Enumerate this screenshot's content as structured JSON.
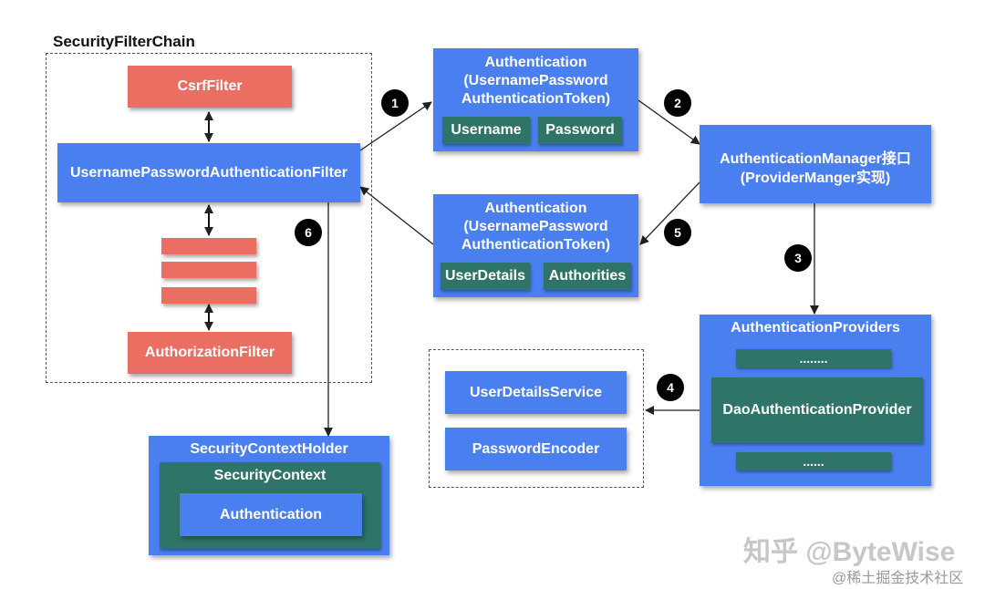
{
  "filter_chain": {
    "title": "SecurityFilterChain",
    "csrf": "CsrfFilter",
    "upaf": "UsernamePasswordAuthenticationFilter",
    "authorization": "AuthorizationFilter"
  },
  "auth_top": {
    "lines": [
      "Authentication",
      "(UsernamePassword",
      "AuthenticationToken)"
    ],
    "username": "Username",
    "password": "Password"
  },
  "auth_bottom": {
    "lines": [
      "Authentication",
      "(UsernamePassword",
      "AuthenticationToken)"
    ],
    "userdetails": "UserDetails",
    "authorities": "Authorities"
  },
  "manager": {
    "lines": [
      "AuthenticationManager接口",
      "(ProviderManger实现)"
    ]
  },
  "providers": {
    "title": "AuthenticationProviders",
    "dots_top": "........",
    "dao": "DaoAuthenticationProvider",
    "dots_bottom": "......"
  },
  "services": {
    "uds": "UserDetailsService",
    "encoder": "PasswordEncoder"
  },
  "context_holder": {
    "title": "SecurityContextHolder",
    "context": "SecurityContext",
    "authentication": "Authentication"
  },
  "steps": [
    "1",
    "2",
    "3",
    "4",
    "5",
    "6"
  ],
  "watermark": {
    "main": "知乎 @ByteWise",
    "sub": "@稀土掘金技术社区"
  },
  "colors": {
    "blue": "#4a7ff0",
    "red": "#ea6f62",
    "green": "#2f7468"
  }
}
